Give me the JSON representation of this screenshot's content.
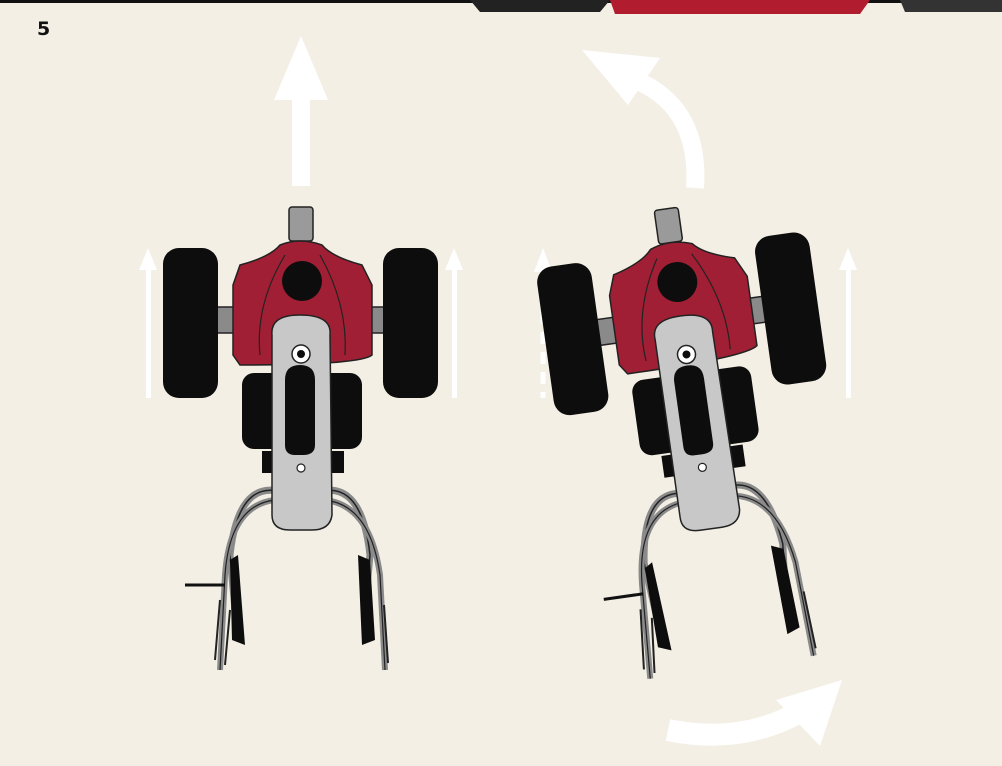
{
  "step": {
    "number": "5"
  },
  "colors": {
    "background": "#f3efe4",
    "body_red": "#a11f34",
    "tire_black": "#0d0d0d",
    "handle_gray": "#c8c8c8",
    "axle_gray": "#8a8a8a",
    "arrow_white": "#ffffff",
    "outline": "#222222"
  },
  "panels": [
    {
      "id": "straight",
      "icon": "straight-up-arrow-icon",
      "wheel_motion": "both-forward"
    },
    {
      "id": "turning",
      "icon": "curved-turn-arrow-icon",
      "wheel_motion": "left-dashed-right-solid",
      "handle_motion": "sweep-arrow-icon"
    }
  ]
}
